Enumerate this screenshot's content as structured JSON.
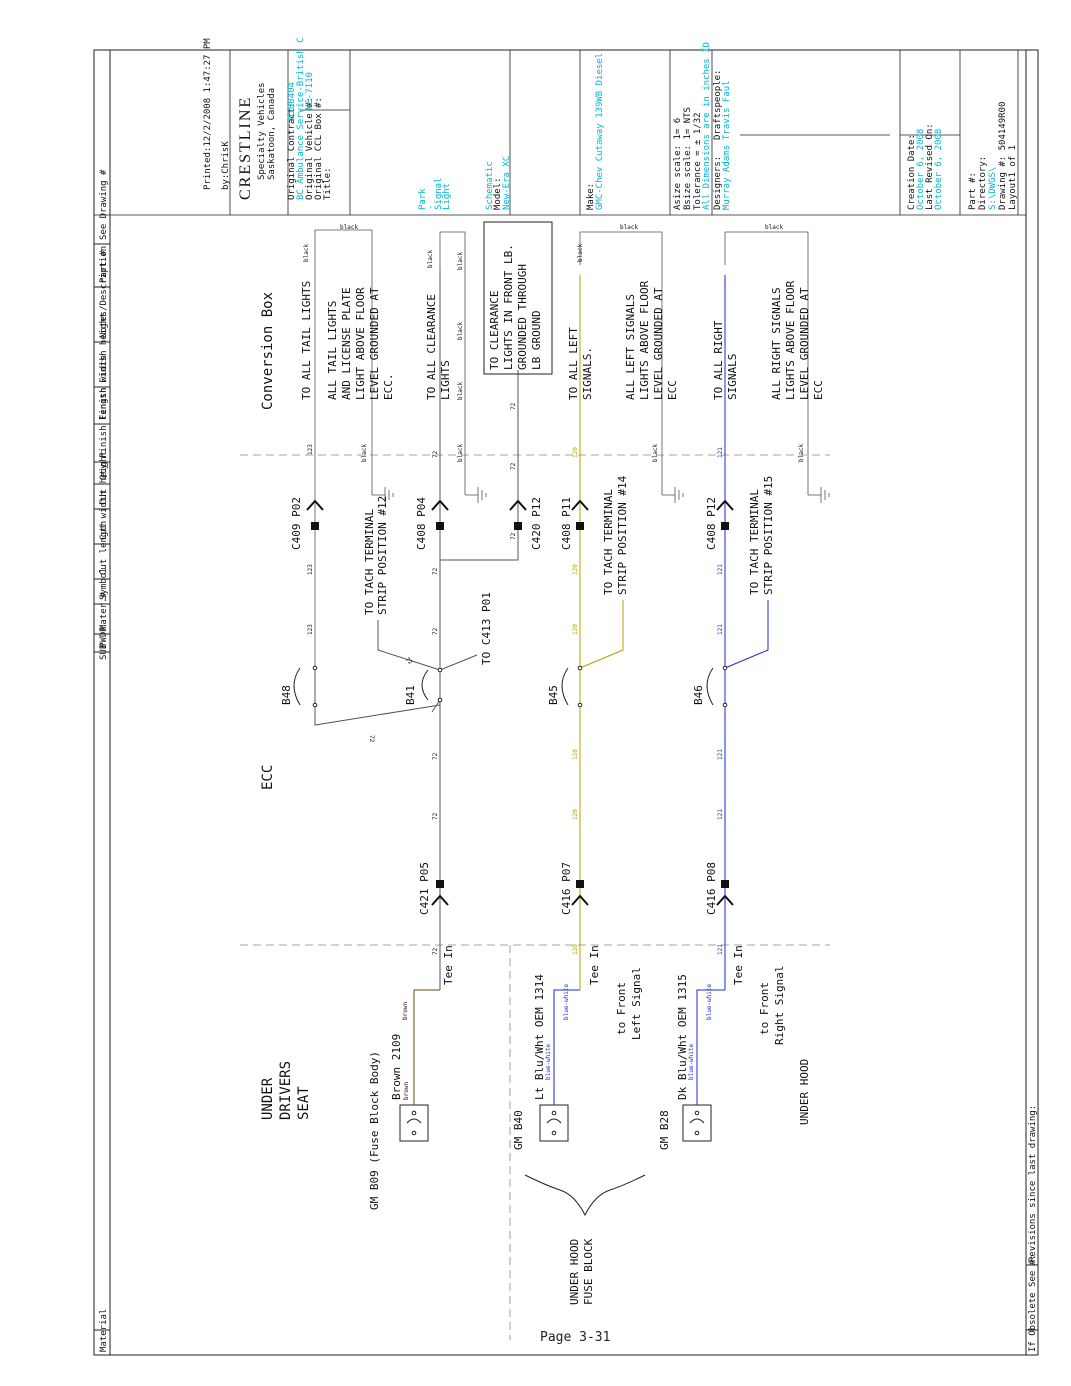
{
  "page": {
    "page_number": "Page 3-31"
  },
  "title_block": {
    "printed": "Printed:12/2/2008 1:47:27 PM",
    "by": "by:ChrisK",
    "company_logo": "CRESTLINE",
    "company_sub1": "Specialty Vehicles",
    "company_sub2": "Saskatoon, Canada",
    "original_contract_label": "Original Contract:",
    "original_contract_value": "0508404",
    "original_contract_sub": "BC Ambulance Service-British C",
    "original_vehicle_label": "Original Vehicle #:",
    "original_vehicle_value": "NE-7110",
    "original_ccl_box": "Original CCL Box #:",
    "title_label": "Title:",
    "title_items": [
      "Park",
      "-",
      "Signal",
      "Light"
    ],
    "schematic_label": "Schematic",
    "model_label": "Model:",
    "model_value": "New-Era XC",
    "make_label": "Make:",
    "make_value": "GMC-Chev Cutaway 139WB Diesel",
    "asize_scale": "Asize scale: 1= 6",
    "bsize_scale": "Bsize scale: 1= NTS",
    "tolerance": "Tolerance = ± 1/32",
    "tolerance_note": "All Dimensions are in inches ID",
    "designers_label": "Designers:",
    "designers_value": "Murray Adams",
    "draftspeople_label": "Draftspeople:",
    "draftspeople_value": "Travis Faul",
    "creation_date_label": "Creation Date:",
    "creation_date_value": "October 6, 2008",
    "last_revised_label": "Last Revised On:",
    "last_revised_value": "October 6, 2008",
    "part_label": "Part #:",
    "directory_label": "Directory:",
    "directory_value": "S:\\DWGS\\",
    "drawing_label": "Drawing #: 504149R00",
    "layout_label": "Layout1 of 1"
  },
  "bom_header": {
    "material": "Material",
    "columns": [
      "SUB",
      "PWDR",
      "Mater.#",
      "Symbol",
      "Cut length",
      "Cut width",
      "Cut height",
      "Qty",
      "Finish length",
      "Finish width",
      "Finish height",
      "Notes/Description",
      "Part #",
      "See Drawing #"
    ]
  },
  "footer": {
    "obsolete": "If Obsolete See #:",
    "revisions": "Revisions since last drawing:"
  },
  "zones": {
    "conversion_box": "Conversion Box",
    "ecc": "ECC",
    "under_drivers_seat": [
      "UNDER",
      "DRIVERS",
      "SEAT"
    ],
    "under_hood": "UNDER HOOD",
    "under_hood_fuse_block": [
      "UNDER HOOD",
      "FUSE BLOCK"
    ]
  },
  "sources": {
    "b09": "GM B09 (Fuse Block Body)",
    "b09_wire": "Brown  2109",
    "b40": "GM B40",
    "b40_wire": "Lt Blu/Wht OEM 1314",
    "b28": "GM B28",
    "b28_wire": "Dk Blu/Wht OEM 1315",
    "brown": "brown",
    "blue_white": "blue-white",
    "tee_in": "Tee In",
    "to_front": "to Front",
    "left_signal": "Left Signal",
    "right_signal": "Right Signal"
  },
  "connectors": {
    "c421": "C421 P05",
    "c416_p07": "C416 P07",
    "c416_p08": "C416 P08",
    "c409": "C409 P02",
    "c408_p04": "C408 P04",
    "c420": "C420 P12",
    "c408_p11": "C408 P11",
    "c408_p12": "C408 P12",
    "to_c413": "TO C413 P01"
  },
  "breakers": {
    "b48": "B48",
    "b41": "B41",
    "b45": "B45",
    "b46": "B46"
  },
  "wires": {
    "w72": "72",
    "w123": "123",
    "w120": "120",
    "w121": "121",
    "black": "black"
  },
  "notes": {
    "tach12": [
      "TO TACH TERMINAL",
      "STRIP POSITION #12"
    ],
    "tach14": [
      "TO TACH TERMINAL",
      "STRIP POSITION #14"
    ],
    "tach15": [
      "TO TACH TERMINAL",
      "STRIP POSITION #15"
    ],
    "tail_to": "TO ALL TAIL LIGHTS",
    "tail_desc": [
      "ALL TAIL LIGHTS",
      "AND LICENSE PLATE",
      "LIGHT ABOVE FLOOR",
      "LEVEL GROUNDED AT",
      "ECC."
    ],
    "clear_to": [
      "TO ALL CLEARANCE",
      "LIGHTS"
    ],
    "clear_box": [
      "TO CLEARANCE",
      "LIGHTS IN FRONT LB.",
      "GROUNDED THROUGH",
      "LB GROUND"
    ],
    "left_to": [
      "TO ALL LEFT",
      "SIGNALS."
    ],
    "left_desc": [
      "ALL LEFT SIGNALS",
      "LIGHTS ABOVE FLOOR",
      "LEVEL GROUNDED AT",
      "ECC"
    ],
    "right_to": [
      "TO ALL RIGHT",
      "SIGNALS"
    ],
    "right_desc": [
      "ALL RIGHT SIGNALS",
      "LIGHTS ABOVE FLOOR",
      "LEVEL GROUNDED AT",
      "ECC"
    ]
  },
  "colors": {
    "line": "#222222",
    "wire72": "#555555",
    "wire123": "#777777",
    "wire120": "#b5a300",
    "wire121": "#1a2bd6",
    "cyan": "#00b7d6",
    "dash": "#888888"
  }
}
